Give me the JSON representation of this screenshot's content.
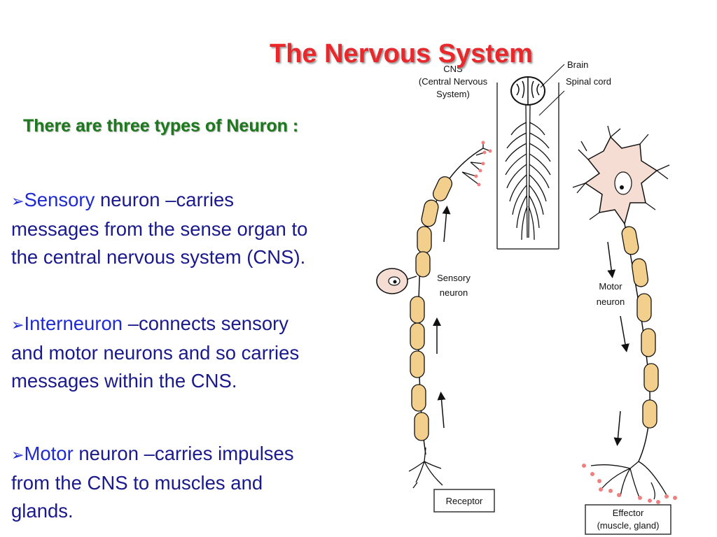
{
  "slide": {
    "title": "The Nervous System",
    "subtitle": "There are three types of Neuron :",
    "bullets": [
      {
        "marker": "➢",
        "lead": "Sensory",
        "rest": " neuron –carries messages from the sense organ to the central nervous system (CNS)."
      },
      {
        "marker": "➢",
        "lead": "Interneuron",
        "rest": " –connects sensory and motor neurons and so carries messages within the CNS."
      },
      {
        "marker": "➢",
        "lead": "Motor",
        "rest": " neuron –carries impulses from the CNS to muscles and glands."
      }
    ]
  },
  "diagram": {
    "cns_line1": "CNS",
    "cns_line2": "(Central Nervous",
    "cns_line3": "System)",
    "brain": "Brain",
    "spinal_cord": "Spinal cord",
    "sensory_line1": "Sensory",
    "sensory_line2": "neuron",
    "motor_line1": "Motor",
    "motor_line2": "neuron",
    "receptor": "Receptor",
    "effector_line1": "Effector",
    "effector_line2": "(muscle, gland)"
  },
  "colors": {
    "title": "#e8282b",
    "subtitle": "#1b7a1b",
    "bullet_text": "#1f2bd0",
    "myelin": "#f2cf8c",
    "cell_body": "#f6ddd4",
    "terminal_dots": "#f08080"
  }
}
